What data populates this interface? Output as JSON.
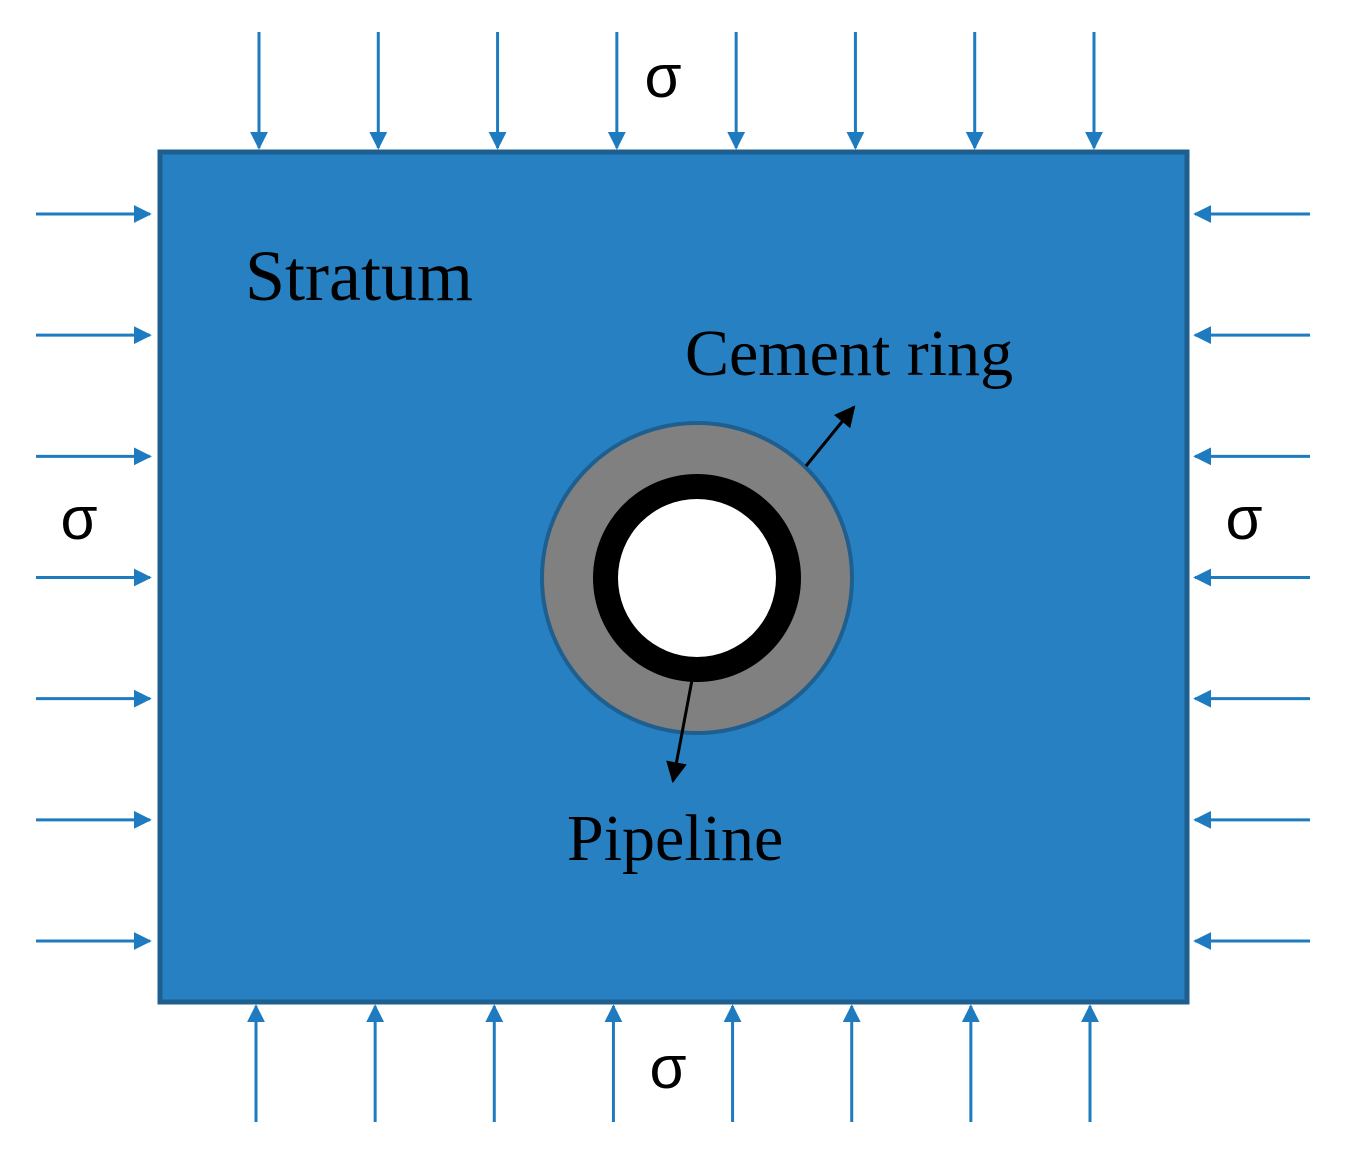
{
  "labels": {
    "stratum": "Stratum",
    "cement_ring": "Cement ring",
    "pipeline": "Pipeline",
    "stress_top": "σ",
    "stress_bottom": "σ",
    "stress_left": "σ",
    "stress_right": "σ"
  },
  "colors": {
    "stratum_fill": "#2680c2",
    "stratum_border": "#1f5f8f",
    "load_arrow": "#1f7bc0",
    "cement_fill": "#808080",
    "pipe_wall": "#000000",
    "bore": "#ffffff",
    "leader": "#000000"
  },
  "loads": {
    "top_count": 8,
    "bottom_count": 8,
    "left_count": 7,
    "right_count": 7
  }
}
